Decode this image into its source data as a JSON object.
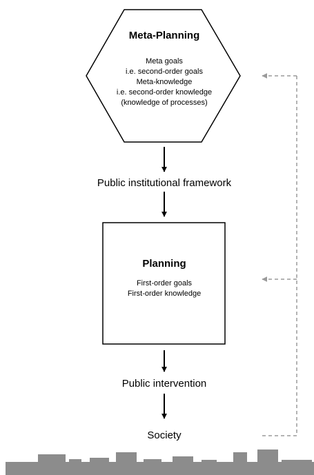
{
  "meta_planning": {
    "title": "Meta-Planning",
    "lines": [
      "Meta goals",
      "i.e. second-order goals",
      "Meta-knowledge",
      "i.e. second-order knowledge",
      "(knowledge of processes)"
    ]
  },
  "public_institutional_framework": "Public institutional framework",
  "planning": {
    "title": "Planning",
    "lines": [
      "First-order goals",
      "First-order knowledge"
    ]
  },
  "public_intervention": "Public intervention",
  "society": "Society",
  "colors": {
    "stroke": "#000000",
    "feedback": "#9a9a9a",
    "skyline": "#8c8c8c",
    "background": "#ffffff"
  }
}
